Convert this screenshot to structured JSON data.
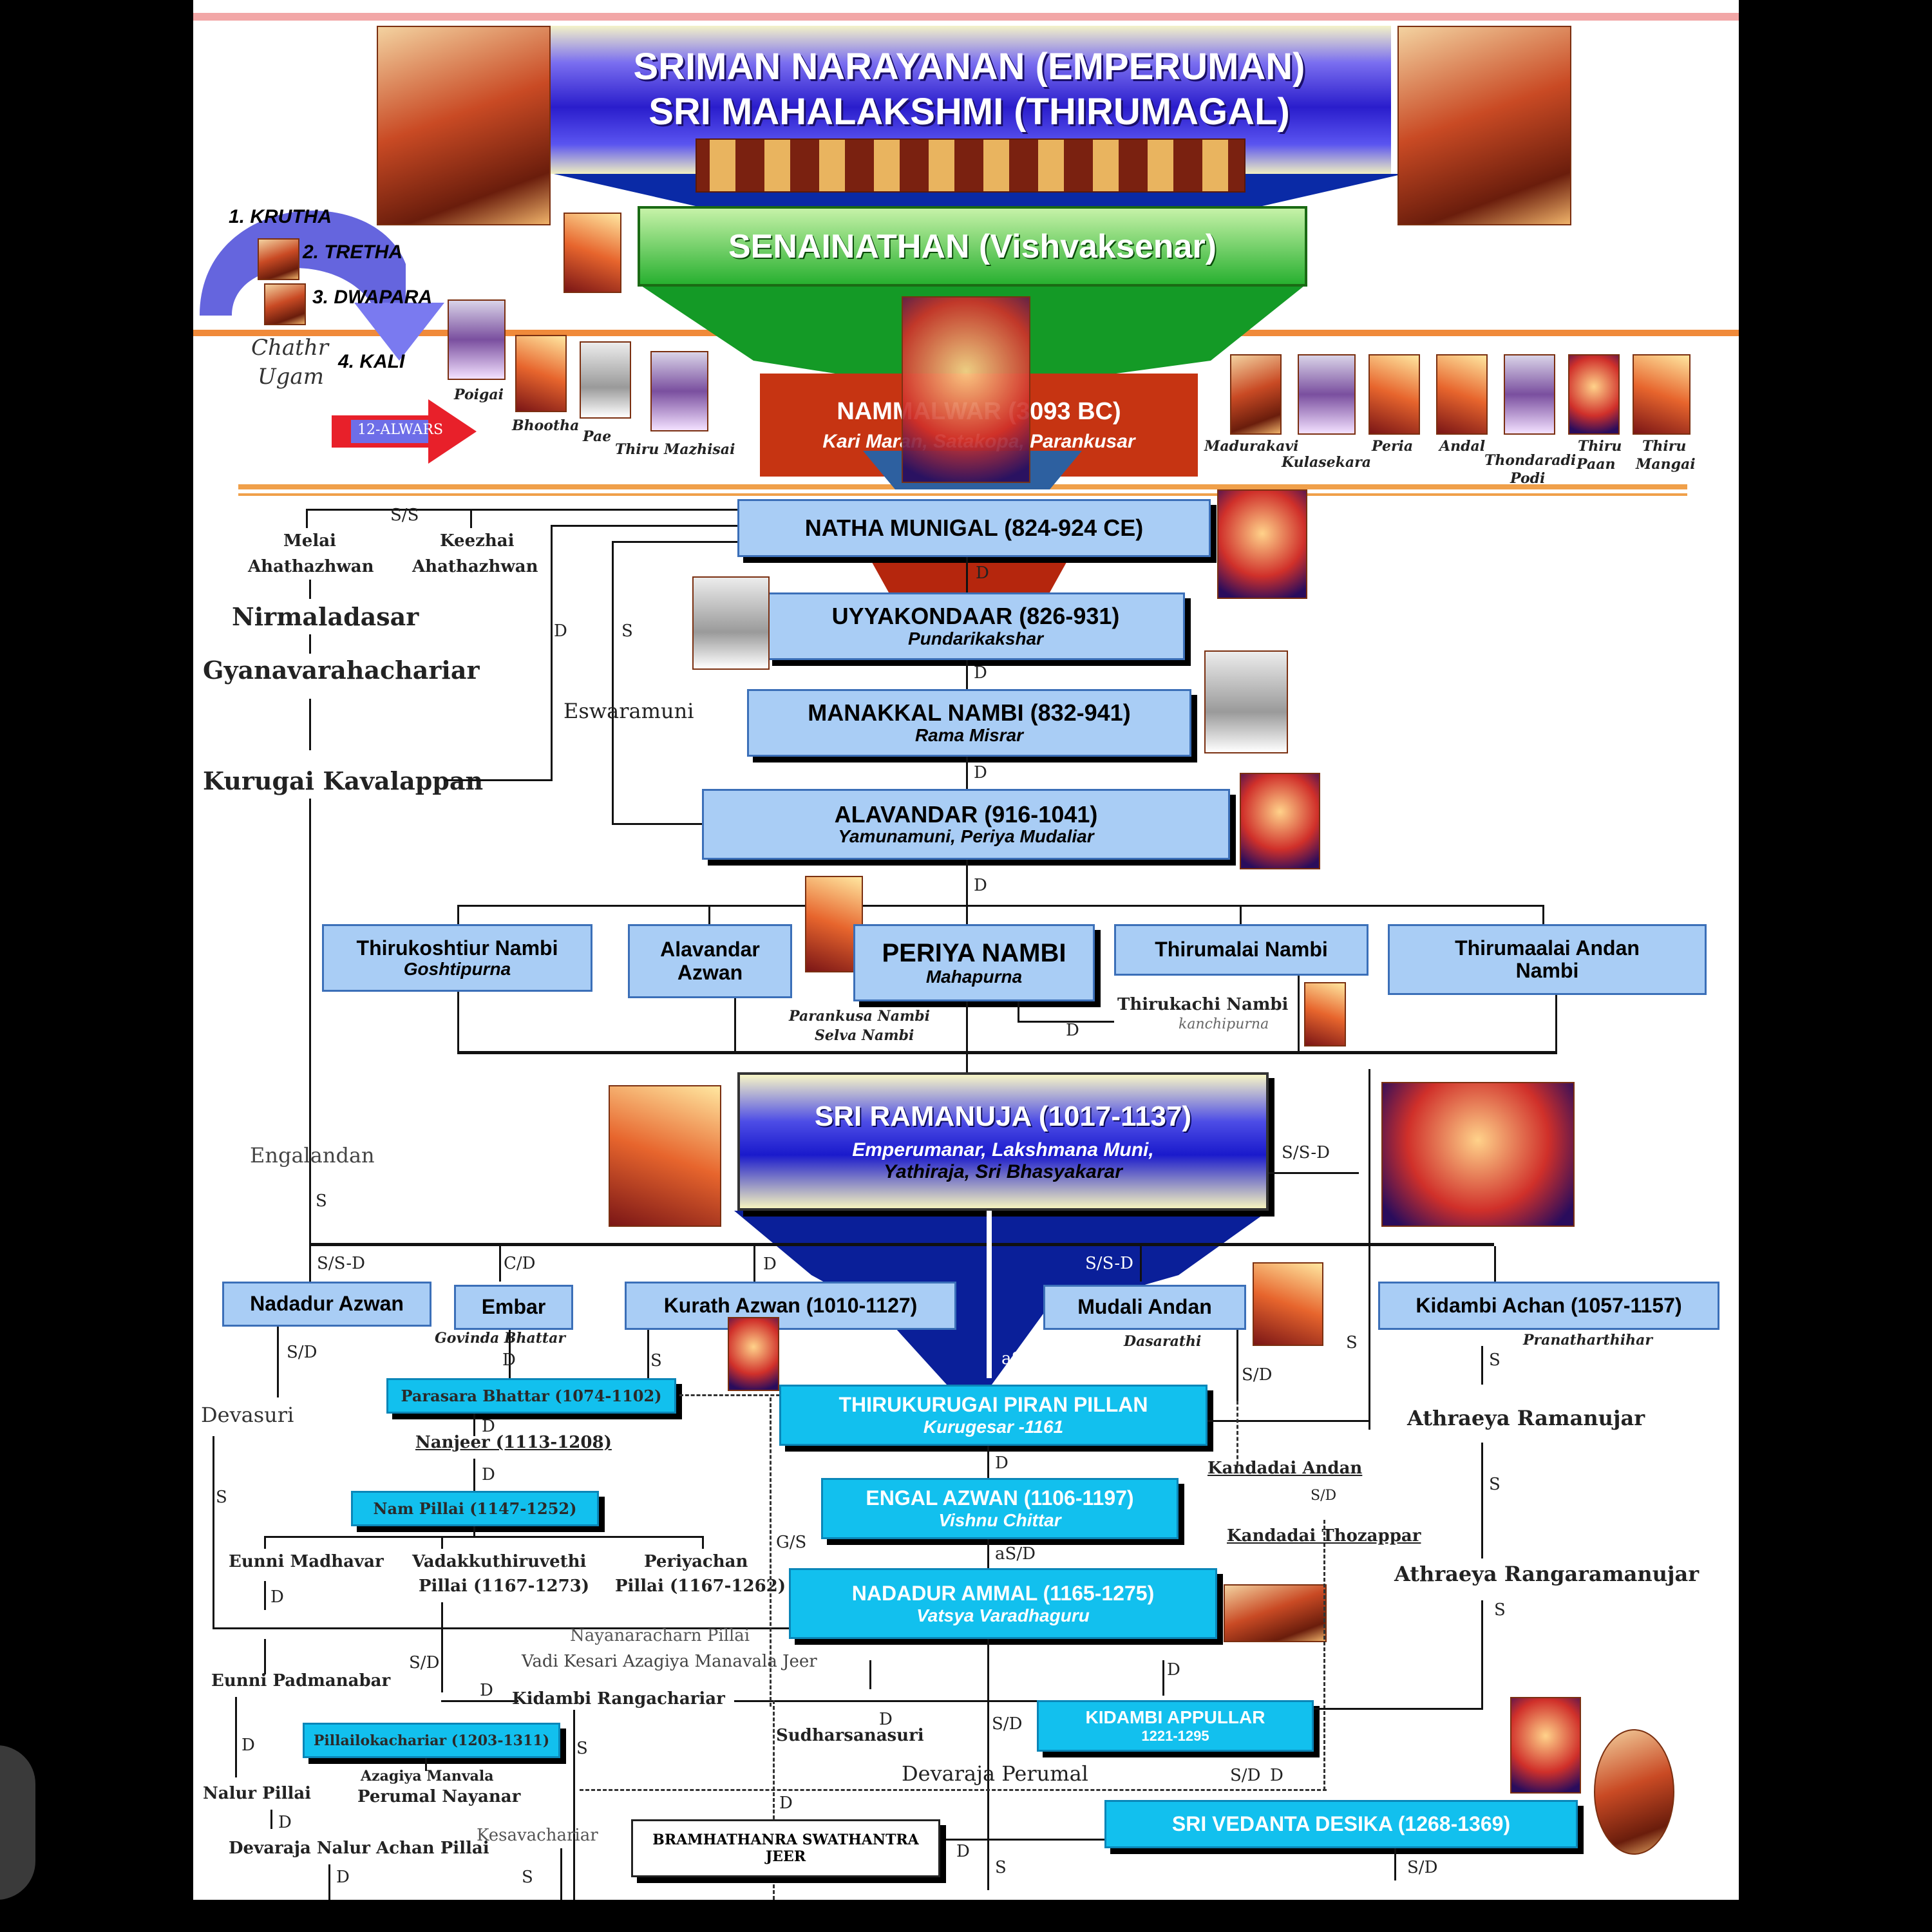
{
  "header": {
    "line1": "SRIMAN NARAYANAN  (EMPERUMAN)",
    "line2": "SRI MAHALAKSHMI  (THIRUMAGAL)",
    "senai": "SENAINATHAN  (Vishvaksenar)"
  },
  "yugas": {
    "y1": "1. KRUTHA",
    "y2": "2. TRETHA",
    "y3": "3. DWAPARA",
    "y4": "4. KALI",
    "chathr": "Chathr",
    "ugam": "Ugam",
    "alwars_arrow": "12-ALWARS"
  },
  "alwars": {
    "poigai": "Poigai",
    "bhootha": "Bhootha",
    "pae": "Pae",
    "thirumazhisai": "Thiru Mazhisai",
    "madurakavi": "Madurakavi",
    "kulasekara": "Kulasekara",
    "periya": "Peria",
    "andal": "Andal",
    "thondaradi_1": "Thondaradi",
    "thondaradi_2": "Podi",
    "thirupaan_1": "Thiru",
    "thirupaan_2": "Paan",
    "thirumangai_1": "Thiru",
    "thirumangai_2": "Mangai"
  },
  "nammalwar": {
    "title": "NAMMALWAR (3093 BC)",
    "sub": "Kari Maran, Satakopa, Parankusar"
  },
  "acharyas": {
    "natha": "NATHA MUNIGAL (824-924 CE)",
    "uyya_title": "UYYAKONDAAR (826-931)",
    "uyya_sub": "Pundarikakshar",
    "manakkal_title": "MANAKKAL NAMBI (832-941)",
    "manakkal_sub": "Rama Misrar",
    "alavandar_title": "ALAVANDAR (916-1041)",
    "alavandar_sub": "Yamunamuni, Periya Mudaliar",
    "thirukoshtiur_title": "Thirukoshtiur Nambi",
    "thirukoshtiur_sub": "Goshtipurna",
    "alavandar_azwan_1": "Alavandar",
    "alavandar_azwan_2": "Azwan",
    "periya_title": "PERIYA  NAMBI",
    "periya_sub": "Mahapurna",
    "thirumalai": "Thirumalai Nambi",
    "thirumaalai_1": "Thirumaalai Andan",
    "thirumaalai_2": "Nambi",
    "ramanuja_title": "SRI RAMANUJA (1017-1137)",
    "ramanuja_sub1": "Emperumanar, Lakshmana Muni,",
    "ramanuja_sub2": "Yathiraja, Sri Bhasyakarar",
    "nadadur": "Nadadur Azwan",
    "embar": "Embar",
    "kurath": "Kurath Azwan  (1010-1127)",
    "mudali": "Mudali Andan",
    "kidambi_achan": "Kidambi Achan (1057-1157)",
    "parasara": "Parasara Bhattar (1074-1102)",
    "pillan_title": "THIRUKURUGAI  PIRAN  PILLAN",
    "pillan_sub": "Kurugesar    -1161",
    "nampillai": "Nam Pillai (1147-1252)",
    "engal_title": "ENGAL  AZWAN (1106-1197)",
    "engal_sub": "Vishnu Chittar",
    "nadadur_ammal_title": "NADADUR  AMMAL  (1165-1275)",
    "nadadur_ammal_sub": "Vatsya Varadhaguru",
    "kidambi_appullar_1": "KIDAMBI  APPULLAR",
    "kidambi_appullar_2": "1221-1295",
    "pillailokacharyar": "Pillailokachariar (1203-1311)",
    "vedanta_desika": "SRI VEDANTA  DESIKA (1268-1369)",
    "bramhathantra_1": "BRAMHATHANRA SWATHANTRA",
    "bramhathantra_2": "JEER"
  },
  "labels": {
    "melai_1": "Melai",
    "melai_2": "Ahathazhwan",
    "keezhai_1": "Keezhai",
    "keezhai_2": "Ahathazhwan",
    "ss_top": "S/S",
    "nirmaladasar": "Nirmaladasar",
    "gyana": "Gyanavarahachariar",
    "kurugai": "Kurugai Kavalappan",
    "eswaramuni": "Eswaramuni",
    "parankusa_1": "Parankusa Nambi",
    "parankusa_2": "Selva Nambi",
    "thirukachi_1": "Thirukachi Nambi",
    "thirukachi_2": "kanchipurna",
    "engalandan": "Engalandan",
    "ssd_right": "S/S-D",
    "ssd_left": "S/S-D",
    "cd": "C/D",
    "ssd_mid": "S/S-D",
    "govinda": "Govinda Bhattar",
    "dasarathi": "Dasarathi",
    "pranatharthihar": "Pranatharthihar",
    "devasuri": "Devasuri",
    "asd": "aS/D",
    "nanjeer": "Nanjeer (1113-1208)",
    "athraeya_r": "Athraeya Ramanujar",
    "kandadai_andan": "Kandadai Andan",
    "kandadai_thozappar": "Kandadai Thozappar",
    "athraeya_rr": "Athraeya Rangaramanujar",
    "eunni_madhavar": "Eunni Madhavar",
    "vadakku_1": "Vadakkuthiruvethi",
    "vadakku_2": "Pillai (1167-1273)",
    "periya_vachan_1": "Periyachan",
    "periya_vachan_2": "Pillai  (1167-1262)",
    "gs": "G/S",
    "asd2": "aS/D",
    "nayanar": "Nayanaracharn Pillai",
    "vadi": "Vadi Kesari Azagiya Manavala Jeer",
    "eunni_padma": "Eunni Padmanabar",
    "kidambi_ranga": "Kidambi Rangachariar",
    "sudharsana": "Sudharsanasuri",
    "azagiya_1": "Azagiya Manvala",
    "azagiya_2": "Perumal Nayanar",
    "devaraja": "Devaraja Perumal",
    "nalur": "Nalur Pillai",
    "devaraja_nalur": "Devaraja Nalur Achan Pillai",
    "kesava": "Kesavachariar",
    "sd_bottom": "S/D",
    "sd_r": "S/D"
  },
  "edges": {
    "d": "D",
    "s": "S",
    "sd": "S/D"
  }
}
